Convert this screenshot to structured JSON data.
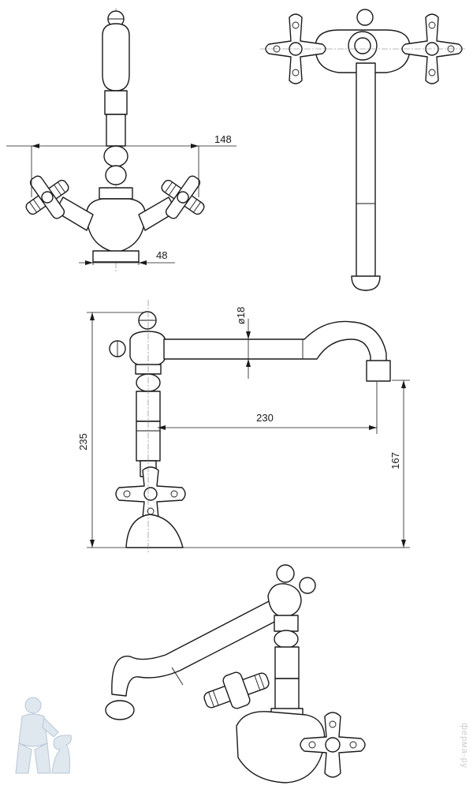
{
  "dimensions": {
    "top_width": "148",
    "base_width": "48",
    "pipe_diameter": "ø18",
    "spout_reach": "230",
    "total_height": "235",
    "spout_height": "167"
  },
  "watermark": {
    "text": "ферма-ру"
  },
  "colors": {
    "line": "#1a1a1a",
    "watermark": "#c9ccd0",
    "mascot": "#dfe7ef"
  }
}
